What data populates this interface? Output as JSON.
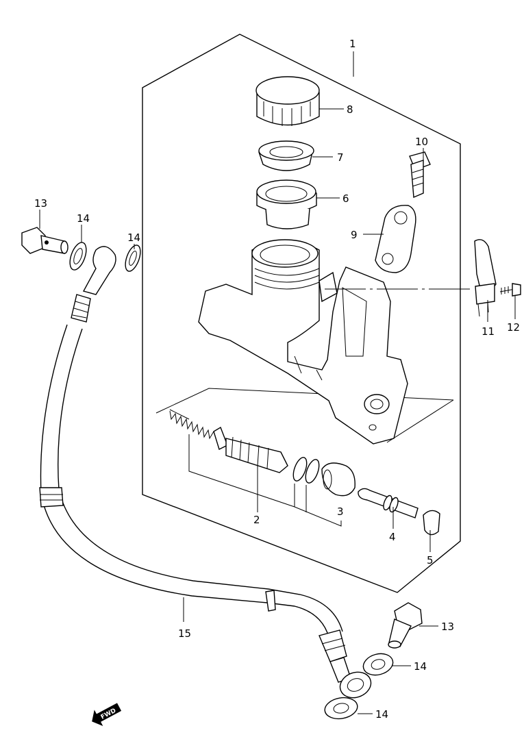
{
  "callouts": {
    "c1": "1",
    "c2": "2",
    "c3": "3",
    "c4": "4",
    "c5": "5",
    "c6": "6",
    "c7": "7",
    "c8": "8",
    "c9": "9",
    "c10": "10",
    "c11": "11",
    "c12": "12",
    "c13a": "13",
    "c13b": "13",
    "c14a": "14",
    "c14b": "14",
    "c14c": "14",
    "c14d": "14",
    "c15": "15"
  },
  "fwd_arrow": {
    "label": "FWD"
  }
}
